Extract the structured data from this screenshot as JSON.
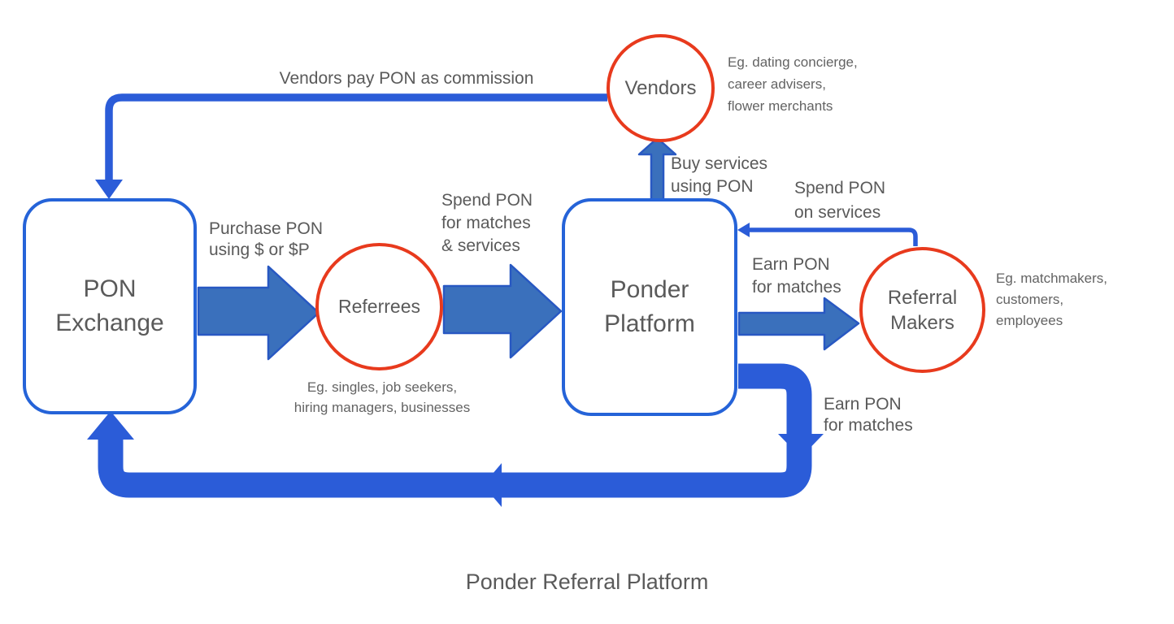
{
  "diagram": {
    "title": "Ponder Referral Platform",
    "nodes": {
      "pon_exchange": {
        "line1": "PON",
        "line2": "Exchange"
      },
      "ponder_platform": {
        "line1": "Ponder",
        "line2": "Platform"
      },
      "vendors": {
        "label": "Vendors"
      },
      "referrees": {
        "label": "Referrees"
      },
      "referral_makers": {
        "line1": "Referral",
        "line2": "Makers"
      }
    },
    "edges": {
      "vendors_commission": {
        "label": "Vendors pay PON as commission"
      },
      "purchase_pon": {
        "line1": "Purchase PON",
        "line2": "using $ or $P"
      },
      "spend_pon_matches": {
        "line1": "Spend PON",
        "line2": "for matches",
        "line3": "& services"
      },
      "buy_services": {
        "line1": "Buy services",
        "line2": "using PON"
      },
      "spend_pon_services": {
        "line1": "Spend PON",
        "line2": "on services"
      },
      "earn_pon_right": {
        "line1": "Earn PON",
        "line2": "for matches"
      },
      "earn_pon_bottom": {
        "line1": "Earn PON",
        "line2": "for matches"
      }
    },
    "annotations": {
      "vendors_examples": {
        "line1": "Eg. dating concierge,",
        "line2": "career advisers,",
        "line3": "flower merchants"
      },
      "referrees_examples": {
        "line1": "Eg. singles, job seekers,",
        "line2": "hiring managers, businesses"
      },
      "referral_makers_examples": {
        "line1": "Eg. matchmakers,",
        "line2": "customers,",
        "line3": "employees"
      }
    },
    "colors": {
      "connector_blue": "#2b5cd8",
      "block_arrow_fill": "#3a70bc",
      "block_arrow_stroke": "#2858c2",
      "node_border_blue": "#2563d8",
      "circle_border_red": "#e83a1d",
      "text_gray": "#5a5a5a",
      "annotation_gray": "#636363"
    }
  }
}
